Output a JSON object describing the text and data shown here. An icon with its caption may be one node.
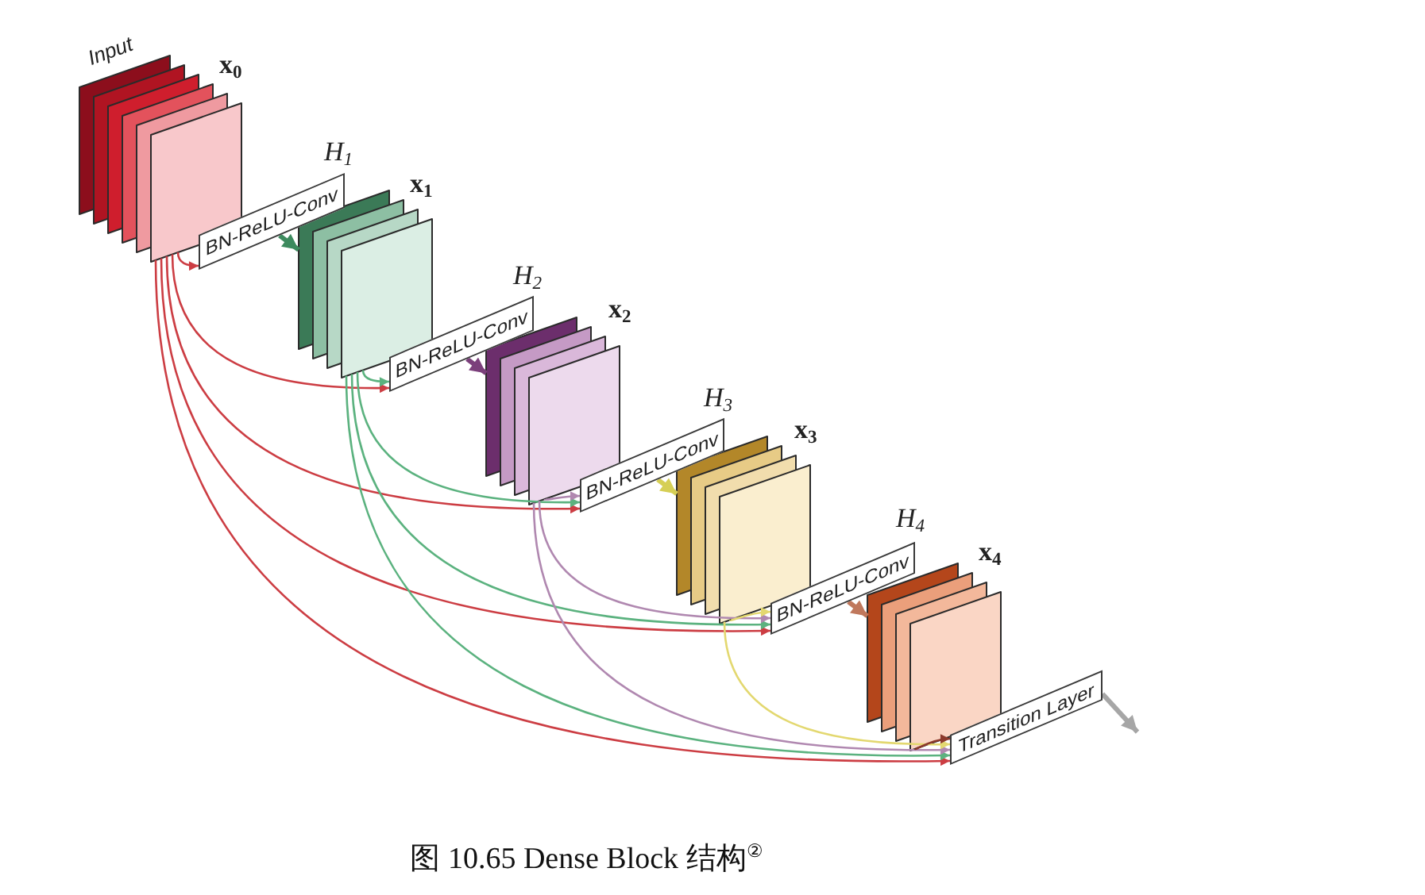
{
  "diagram": {
    "caption": "图 10.65 Dense Block 结构$^{②}$",
    "nodes": [
      {
        "text": [
          "Input",
          "x$_{0}$"
        ]
      },
      {
        "text": [
          "H$_{1}$",
          "BN-ReLU-Conv"
        ]
      },
      {
        "text": [
          "x$_{1}$"
        ]
      },
      {
        "text": [
          "H$_{2}$",
          "BN-ReLU-Conv"
        ]
      },
      {
        "text": [
          "x$_{2}$"
        ]
      },
      {
        "text": [
          "H$_{3}$",
          "BN-ReLU-Conv"
        ]
      },
      {
        "text": [
          "x$_{3}$"
        ]
      },
      {
        "text": [
          "H$_{4}$",
          "BN-ReLU-Conv"
        ]
      },
      {
        "text": [
          "x$_{4}$"
        ]
      },
      {
        "text": [
          "Transition Layer"
        ]
      }
    ],
    "edges": [
      {
        "from": 0,
        "to": 1,
        "arrow": "to"
      },
      {
        "from": 1,
        "to": 2,
        "arrow": "to",
        "style": "thick",
        "color": "#3d8a5e"
      },
      {
        "from": 0,
        "to": 3,
        "arrow": "to"
      },
      {
        "from": 2,
        "to": 3,
        "arrow": "to",
        "color": "#5bb27f"
      },
      {
        "from": 3,
        "to": 4,
        "arrow": "to",
        "style": "thick",
        "color": "#7b3f7b"
      },
      {
        "from": 0,
        "to": 5,
        "arrow": "to"
      },
      {
        "from": 2,
        "to": 5,
        "arrow": "to",
        "color": "#5bb27f"
      },
      {
        "from": 4,
        "to": 5,
        "arrow": "to",
        "color": "#b088b0"
      },
      {
        "from": 5,
        "to": 6,
        "arrow": "to",
        "style": "thick",
        "color": "#d6cf55"
      },
      {
        "from": 0,
        "to": 7,
        "arrow": "to"
      },
      {
        "from": 2,
        "to": 7,
        "arrow": "to",
        "color": "#5bb27f"
      },
      {
        "from": 4,
        "to": 7,
        "arrow": "to",
        "color": "#b088b0"
      },
      {
        "from": 6,
        "to": 7,
        "arrow": "to",
        "color": "#e3d870"
      },
      {
        "from": 7,
        "to": 8,
        "arrow": "to",
        "style": "thick",
        "color": "#c0785c"
      },
      {
        "from": 0,
        "to": 9,
        "arrow": "to"
      },
      {
        "from": 2,
        "to": 9,
        "arrow": "to",
        "color": "#5bb27f"
      },
      {
        "from": 4,
        "to": 9,
        "arrow": "to",
        "color": "#b088b0"
      },
      {
        "from": 6,
        "to": 9,
        "arrow": "to",
        "color": "#e3d870"
      },
      {
        "from": 8,
        "to": 9,
        "arrow": "to",
        "color": "#8c3a2c"
      },
      {
        "from": 9,
        "to": null,
        "arrow": "to",
        "style": "thick",
        "color": "#a6a6a6"
      }
    ]
  }
}
